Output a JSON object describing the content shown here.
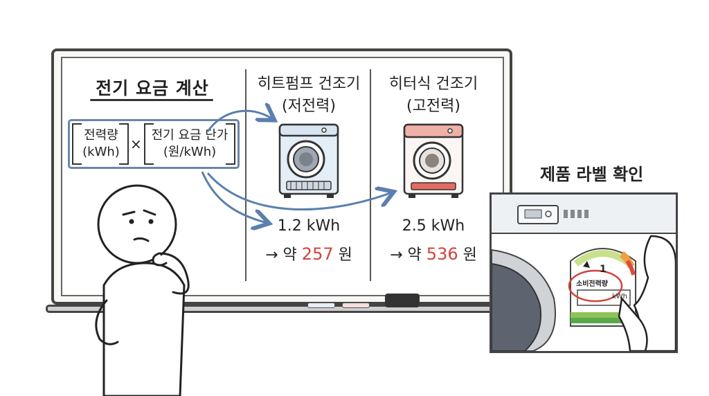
{
  "board": {
    "title": "전기 요금 계산",
    "formula": {
      "term1_line1": "전력량",
      "term1_line2": "(kWh)",
      "operator": "×",
      "term2_line1": "전기 요금 단가",
      "term2_line2": "(원/kWh)"
    },
    "heatpump": {
      "title_line1": "히트펌프 건조기",
      "title_line2": "(저전력)",
      "energy": "1.2 kWh",
      "price_prefix": "→ 약",
      "price_value": "257",
      "price_unit": "원"
    },
    "heater": {
      "title_line1": "히터식 건조기",
      "title_line2": "(고전력)",
      "energy": "2.5 kWh",
      "price_prefix": "→ 약",
      "price_value": "536",
      "price_unit": "원"
    }
  },
  "label_check": {
    "title": "제품 라벨 확인",
    "grade": "1",
    "label_text": "소비전력량",
    "unit": "kWh"
  },
  "colors": {
    "accent_red": "#d0433a",
    "formula_border": "#6a86aa",
    "arrow_blue": "#5b7fb0"
  }
}
